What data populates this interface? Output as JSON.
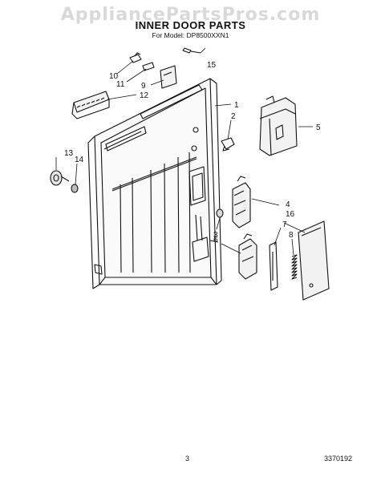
{
  "watermark": "AppliancePartsPros.com",
  "title": "INNER DOOR PARTS",
  "subtitle": "For Model: DP8500XXN1",
  "callouts": [
    "15",
    "10",
    "11",
    "9",
    "12",
    "1",
    "2",
    "5",
    "13",
    "14",
    "4",
    "3",
    "16",
    "7",
    "8",
    "6"
  ],
  "footer": {
    "page": "3",
    "code": "3370192"
  }
}
